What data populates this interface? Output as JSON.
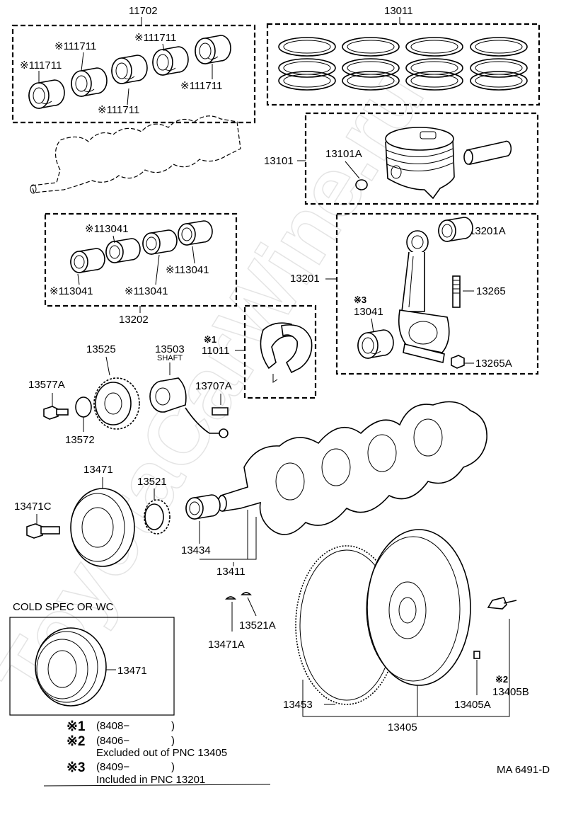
{
  "watermark": "ToyotaCarWine.ru",
  "labels": {
    "g11702": "11702",
    "b111711_1": "※111711",
    "b111711_2": "※111711",
    "b111711_3": "※111711",
    "b111711_4": "※111711",
    "b111711_5": "※111711",
    "g13011": "13011",
    "g13101": "13101",
    "p13101A": "13101A",
    "b113041_1": "※113041",
    "b113041_2": "※113041",
    "b113041_3": "※113041",
    "b113041_4": "※113041",
    "g13202": "13202",
    "g13201": "13201",
    "p13201A": "13201A",
    "p13265": "13265",
    "star3": "※3",
    "p13041": "13041",
    "p13265A": "13265A",
    "star1": "※1",
    "p11011": "11011",
    "p13525": "13525",
    "p13503": "13503",
    "shaft": "SHAFT",
    "p13707A": "13707A",
    "p13577A": "13577A",
    "p13572": "13572",
    "p13471": "13471",
    "p13521": "13521",
    "p13471C": "13471C",
    "p13434": "13434",
    "p13411": "13411",
    "p13521A": "13521A",
    "p13471A": "13471A",
    "cold_title": "COLD SPEC OR WC",
    "p13471_cold": "13471",
    "p13453": "13453",
    "p13405": "13405",
    "p13405A": "13405A",
    "star2": "※2",
    "p13405B": "13405B",
    "code": "MA 6491-D"
  },
  "notes": [
    {
      "mark": "※1",
      "text": "(8408−",
      "close": ")"
    },
    {
      "mark": "※2",
      "text": "(8406−",
      "close": ")",
      "sub": "Excluded out of PNC 13405"
    },
    {
      "mark": "※3",
      "text": "(8409−",
      "close": ")",
      "sub": "Included in PNC 13201"
    }
  ]
}
